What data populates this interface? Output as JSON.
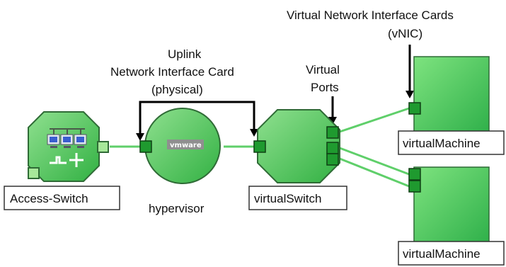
{
  "diagram": {
    "annotations": {
      "vnic_title": "Virtual Network Interface Cards",
      "vnic_abbrev": "(vNIC)",
      "uplink_title": "Uplink",
      "uplink_line2": "Network Interface Card",
      "uplink_line3": "(physical)",
      "ports_line1": "Virtual",
      "ports_line2": "Ports"
    },
    "nodes": {
      "access_switch": {
        "label": "Access-Switch"
      },
      "hypervisor": {
        "label": "hypervisor",
        "logo_text": "vmware"
      },
      "virtual_switch": {
        "label": "virtualSwitch"
      },
      "vm_top": {
        "label": "virtualMachine"
      },
      "vm_bottom": {
        "label": "virtualMachine"
      }
    },
    "colors": {
      "node_fill": "#5fcf6a",
      "node_stroke": "#2f6b36",
      "port_fill": "#1f9a2f",
      "link": "#5fcf6a",
      "arrow": "#000000"
    }
  }
}
